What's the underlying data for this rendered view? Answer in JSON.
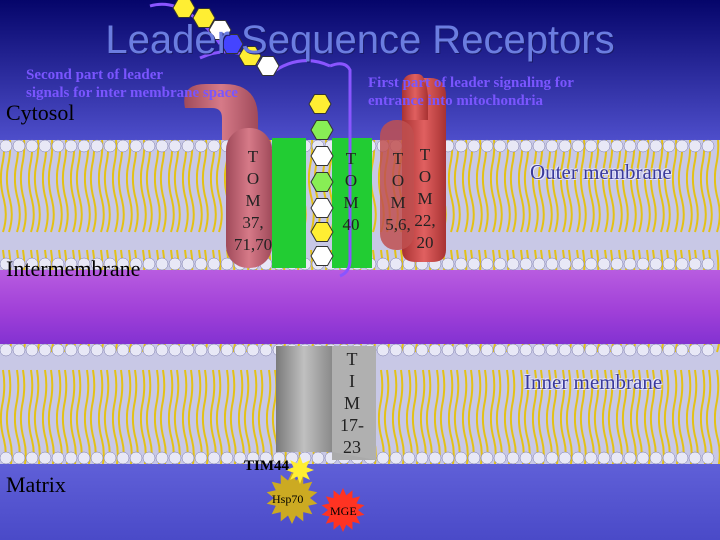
{
  "title": "Leader Sequence Receptors",
  "notes": {
    "second_part": [
      "Second part of leader",
      "signals for inter membrane space"
    ],
    "first_part": [
      "First part of leader signaling for",
      "entrance into mitochondria"
    ]
  },
  "regions": {
    "cytosol": "Cytosol",
    "intermembrane": "Intermembrane",
    "matrix": "Matrix",
    "outer_membrane": "Outer membrane",
    "inner_membrane": "Inner membrane"
  },
  "receptors": {
    "tom37_70": [
      "T",
      "O",
      "M",
      "37,",
      "71,70"
    ],
    "tom40": [
      "T",
      "O",
      "M",
      "40"
    ],
    "tom5_6": [
      "T",
      "O",
      "M",
      "5,6,"
    ],
    "tom22_20": [
      "T",
      "O",
      "M",
      "22,",
      "20"
    ],
    "tim17_23": [
      "T",
      "I",
      "M",
      "17-",
      "23"
    ]
  },
  "labels": {
    "tim44": "TIM44",
    "hsp70": "Hsp70",
    "mge": "MGE"
  },
  "colors": {
    "cytosol_top": "#0a0a7a",
    "cytosol_bottom": "#5a5ad6",
    "membrane": "#c8c8e6",
    "intermembrane": "#a64ad8",
    "matrix": "#5a5ad6",
    "title": "#6b7de0",
    "note": "#7a55ff",
    "green_pore": "#22cc33",
    "receptor_pink": "#c06070",
    "receptor_red": "#d04848",
    "chain_yellow": "#ffee33",
    "chain_green": "#88ee55",
    "tim_gray": "#9a9a9a",
    "hsp70": "#ccaa22",
    "mge": "#ff3322"
  }
}
